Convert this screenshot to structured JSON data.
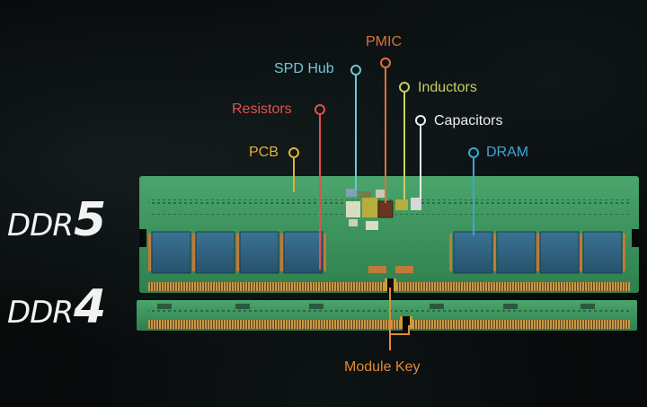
{
  "left_labels": {
    "ddr5": {
      "prefix": "DDR",
      "number": "5"
    },
    "ddr4": {
      "prefix": "DDR",
      "number": "4"
    }
  },
  "callouts": {
    "pmic": {
      "label": "PMIC",
      "color": "#e0703a"
    },
    "spd_hub": {
      "label": "SPD Hub",
      "color": "#6fc7d6"
    },
    "inductors": {
      "label": "Inductors",
      "color": "#c6cf62"
    },
    "resistors": {
      "label": "Resistors",
      "color": "#e4504f"
    },
    "capacitors": {
      "label": "Capacitors",
      "color": "#eeeeee"
    },
    "pcb": {
      "label": "PCB",
      "color": "#e0b23a"
    },
    "dram": {
      "label": "DRAM",
      "color": "#3aa6d6"
    },
    "module_key": {
      "label": "Module Key",
      "color": "#e08a3a"
    }
  },
  "colors": {
    "pcb_green": "#3f9a62",
    "dram_chip": "#2f5f79",
    "gold_contacts": "#b98a3e"
  }
}
